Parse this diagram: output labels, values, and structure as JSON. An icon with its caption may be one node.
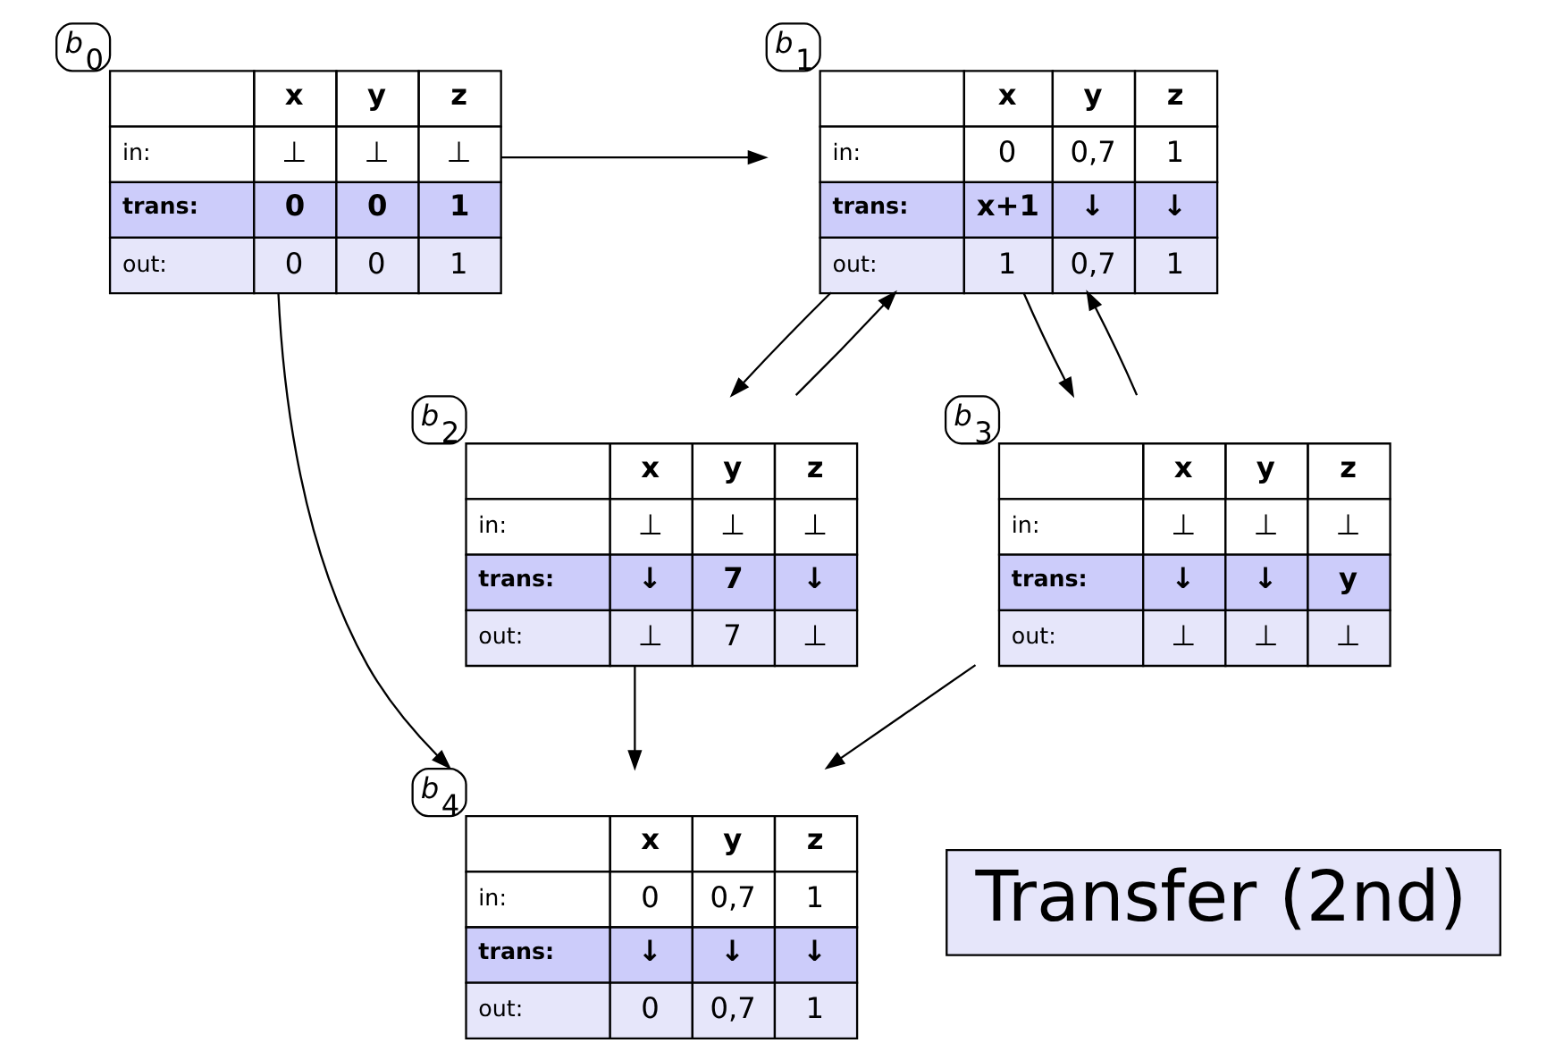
{
  "diagram": {
    "nodes": [
      {
        "text": [
          "b$_{0}$",
          "x",
          "y",
          "z",
          "in:",
          "⊥",
          "⊥",
          "⊥",
          "trans:",
          "0",
          "0",
          "1",
          "out:",
          "0",
          "0",
          "1"
        ]
      },
      {
        "text": [
          "b$_{1}$",
          "x",
          "y",
          "z",
          "in:",
          "0",
          "0,7",
          "1",
          "trans:",
          "x+1",
          "↓",
          "↓",
          "out:",
          "1",
          "0,7",
          "1"
        ]
      },
      {
        "text": [
          "b$_{2}$",
          "x",
          "y",
          "z",
          "in:",
          "⊥",
          "⊥",
          "⊥",
          "trans:",
          "↓",
          "7",
          "↓",
          "out:",
          "⊥",
          "7",
          "⊥"
        ]
      },
      {
        "text": [
          "b$_{3}$",
          "x",
          "y",
          "z",
          "in:",
          "⊥",
          "⊥",
          "⊥",
          "trans:",
          "↓",
          "↓",
          "y",
          "out:",
          "⊥",
          "⊥",
          "⊥"
        ]
      },
      {
        "text": [
          "b$_{4}$",
          "x",
          "y",
          "z",
          "in:",
          "0",
          "0,7",
          "1",
          "trans:",
          "↓",
          "↓",
          "↓",
          "out:",
          "0",
          "0,7",
          "1"
        ]
      },
      {
        "text": [
          "Transfer (2nd)"
        ]
      }
    ],
    "edges": [
      {
        "from": 0,
        "to": 1,
        "arrow": "to"
      },
      {
        "from": 0,
        "to": 4,
        "arrow": "to"
      },
      {
        "from": 1,
        "to": 2,
        "arrow": "to"
      },
      {
        "from": 1,
        "to": 3,
        "arrow": "to"
      },
      {
        "from": 2,
        "to": 1,
        "arrow": "to"
      },
      {
        "from": 2,
        "to": 4,
        "arrow": "to"
      },
      {
        "from": 3,
        "to": 1,
        "arrow": "to"
      },
      {
        "from": 3,
        "to": 4,
        "arrow": "to"
      }
    ]
  }
}
